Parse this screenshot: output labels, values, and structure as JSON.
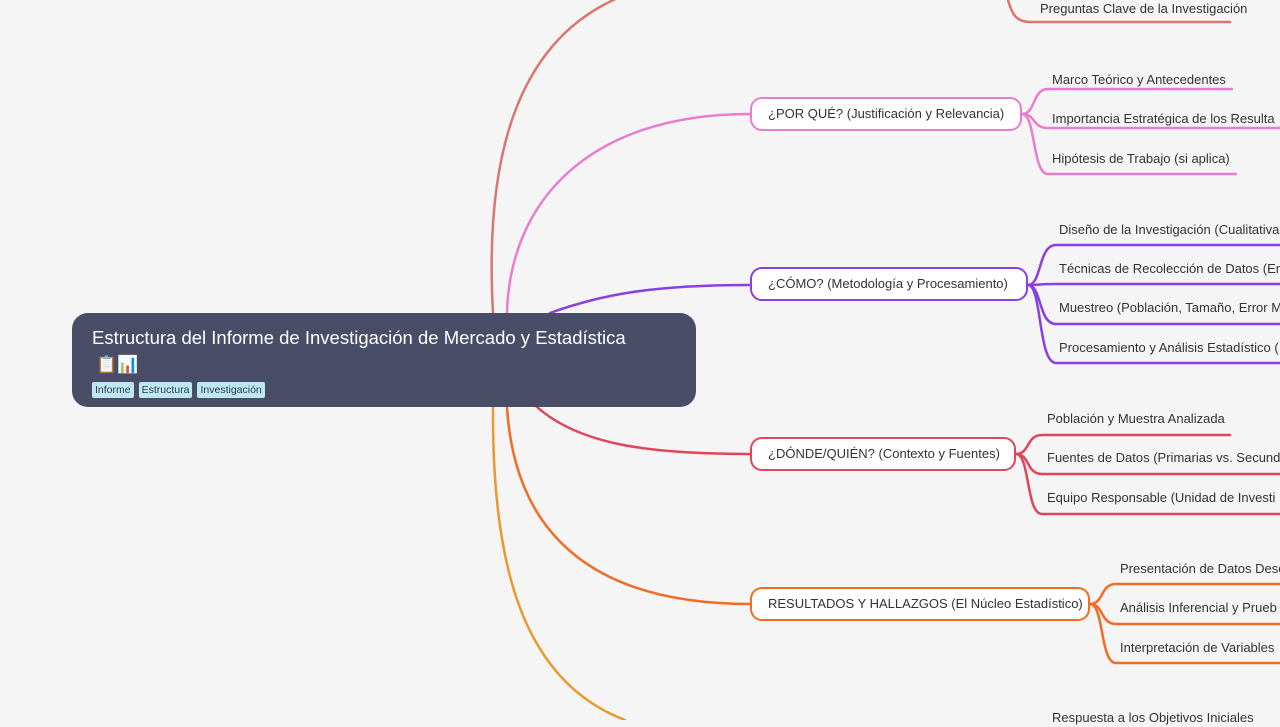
{
  "root": {
    "title": "Estructura del Informe de Investigación de Mercado y Estadística",
    "emoji": "📋📊",
    "tags": [
      "Informe",
      "Estructura",
      "Investigación"
    ]
  },
  "branches": [
    {
      "label": "",
      "color": "#d9776f",
      "leaves": [
        "Preguntas Clave de la Investigación"
      ]
    },
    {
      "label": "¿POR QUÉ? (Justificación y Relevancia)",
      "color": "#e87dcf",
      "leaves": [
        "Marco Teórico y Antecedentes",
        "Importancia Estratégica de los Resulta",
        "Hipótesis de Trabajo (si aplica)"
      ]
    },
    {
      "label": "¿CÓMO? (Metodología y Procesamiento)",
      "color": "#8a3fe0",
      "leaves": [
        "Diseño de la Investigación (Cualitativa",
        "Técnicas de Recolección de Datos (En",
        "Muestreo (Población, Tamaño, Error M",
        "Procesamiento y Análisis Estadístico ("
      ]
    },
    {
      "label": "¿DÓNDE/QUIÉN? (Contexto y Fuentes)",
      "color": "#e0455a",
      "leaves": [
        "Población y Muestra Analizada",
        "Fuentes de Datos (Primarias vs. Secund",
        "Equipo Responsable (Unidad de Investi"
      ]
    },
    {
      "label": "RESULTADOS Y HALLAZGOS (El Núcleo Estadístico)",
      "color": "#f26c24",
      "leaves": [
        "Presentación de Datos Desc",
        "Análisis Inferencial y Prueb",
        "Interpretación de Variables"
      ]
    },
    {
      "label": "",
      "color": "#e89a30",
      "leaves": [
        "Respuesta a los Objetivos Iniciales"
      ]
    }
  ]
}
